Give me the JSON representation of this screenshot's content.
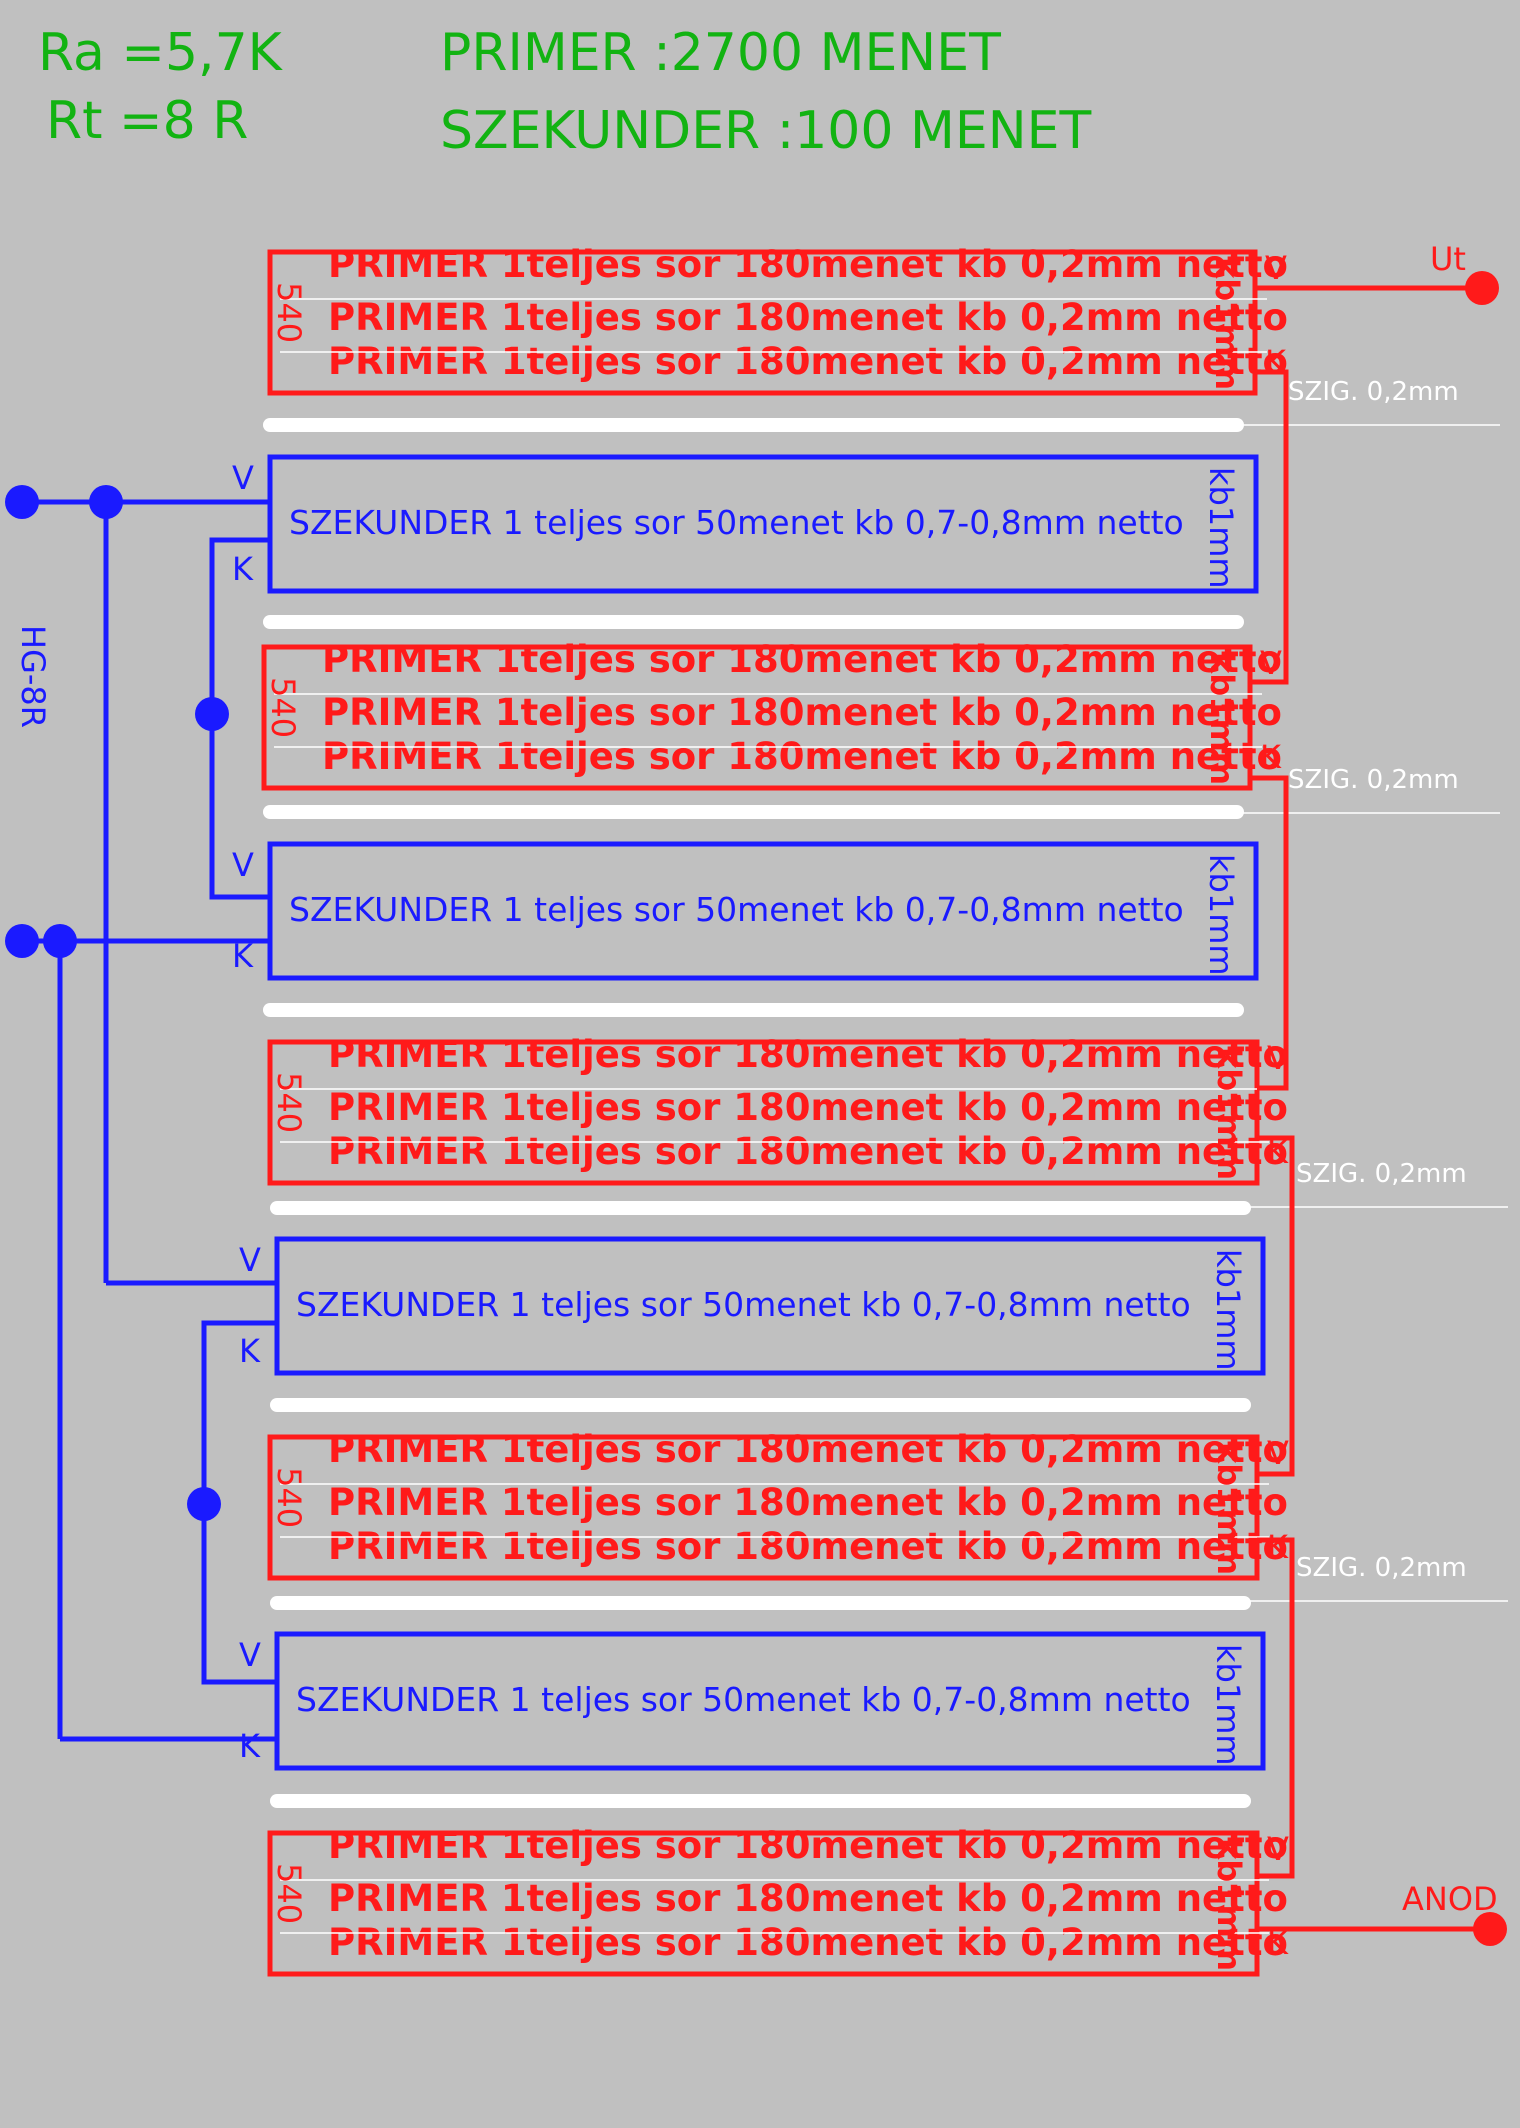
{
  "header": {
    "ra": "Ra =5,7K",
    "rt": "Rt =8 R",
    "primer": "PRIMER :2700 MENET",
    "szekunder": "SZEKUNDER :100 MENET"
  },
  "primary_blocks": [
    {
      "lines": [
        "PRIMER 1teljes sor 180menet kb 0,2mm netto",
        "PRIMER 1teljes sor 180menet kb 0,2mm netto",
        "PRIMER 1teljes sor 180menet kb 0,2mm netto"
      ],
      "count": "540",
      "thickness": "kb1mm",
      "v": "V",
      "k": "K"
    },
    {
      "lines": [
        "PRIMER 1teljes sor 180menet kb 0,2mm netto",
        "PRIMER 1teljes sor 180menet kb 0,2mm netto",
        "PRIMER 1teljes sor 180menet kb 0,2mm netto"
      ],
      "count": "540",
      "thickness": "kb1mm",
      "v": "V",
      "k": "K"
    },
    {
      "lines": [
        "PRIMER 1teljes sor 180menet kb 0,2mm netto",
        "PRIMER 1teljes sor 180menet kb 0,2mm netto",
        "PRIMER 1teljes sor 180menet kb 0,2mm netto"
      ],
      "count": "540",
      "thickness": "kb1mm",
      "v": "V",
      "k": "K"
    },
    {
      "lines": [
        "PRIMER 1teljes sor 180menet kb 0,2mm netto",
        "PRIMER 1teljes sor 180menet kb 0,2mm netto",
        "PRIMER 1teljes sor 180menet kb 0,2mm netto"
      ],
      "count": "540",
      "thickness": "kb1mm",
      "v": "V",
      "k": "K"
    },
    {
      "lines": [
        "PRIMER 1teljes sor 180menet kb 0,2mm netto",
        "PRIMER 1teljes sor 180menet kb 0,2mm netto",
        "PRIMER 1teljes sor 180menet kb 0,2mm netto"
      ],
      "count": "540",
      "thickness": "kb1mm",
      "v": "V",
      "k": "K"
    }
  ],
  "secondary_blocks": [
    {
      "text": "SZEKUNDER 1 teljes sor 50menet kb 0,7-0,8mm netto",
      "thickness": "kb1mm",
      "v": "V",
      "k": "K"
    },
    {
      "text": "SZEKUNDER 1 teljes sor 50menet kb 0,7-0,8mm netto",
      "thickness": "kb1mm",
      "v": "V",
      "k": "K"
    },
    {
      "text": "SZEKUNDER 1 teljes sor 50menet kb 0,7-0,8mm netto",
      "thickness": "kb1mm",
      "v": "V",
      "k": "K"
    },
    {
      "text": "SZEKUNDER 1 teljes sor 50menet kb 0,7-0,8mm netto",
      "thickness": "kb1mm",
      "v": "V",
      "k": "K"
    }
  ],
  "insulation_label": "SZIG. 0,2mm",
  "terminals": {
    "out": "Ut",
    "anode": "ANOD",
    "speaker": "HG-8R"
  },
  "colors": {
    "background": "#c0c0c0",
    "primary": "#ff1a1a",
    "secondary": "#1a1aff",
    "header": "#12b312",
    "insulation": "#ffffff"
  }
}
